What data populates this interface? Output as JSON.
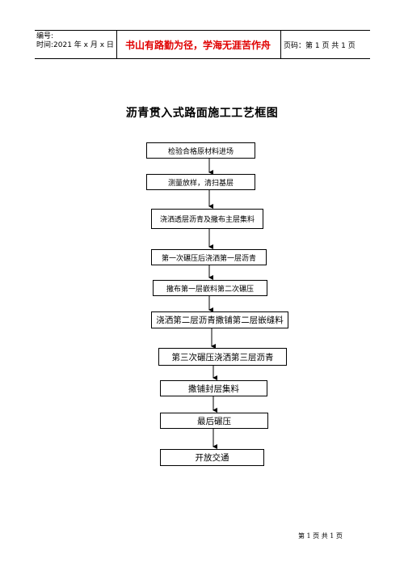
{
  "header": {
    "number_label": "编号:",
    "time_label": "时间:2021 年 x 月 x 日",
    "motto": "书山有路勤为径，学海无涯苦作舟",
    "page_label": "页码：第 1 页  共 1 页"
  },
  "title": "沥青贯入式路面施工工艺框图",
  "steps": [
    "检验合格原材料进场",
    "测量放样，清扫基层",
    "浇洒透层沥青及撒布主层集料",
    "第一次碾压后浇洒第一层沥青",
    "撒布第一层嵌料第二次碾压",
    "浇洒第二层沥青撒铺第二层嵌缝料",
    "第三次碾压浇洒第三层沥青",
    "撒铺封层集料",
    "最后碾压",
    "开放交通"
  ],
  "footer": "第 1 页 共 1 页",
  "colors": {
    "motto": "#e00000",
    "line": "#000000"
  }
}
